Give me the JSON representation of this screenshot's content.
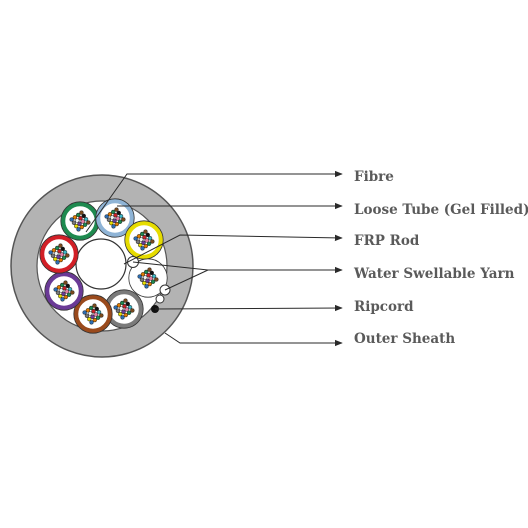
{
  "diagram": {
    "labels": [
      "Fibre",
      "Loose Tube (Gel Filled)",
      "FRP Rod",
      "Water Swellable Yarn",
      "Ripcord",
      "Outer Sheath"
    ],
    "tubes": [
      {
        "color_name": "green",
        "color": "#1e8a4f"
      },
      {
        "color_name": "blue",
        "color": "#8fb4d6"
      },
      {
        "color_name": "yellow",
        "color": "#e6dc00"
      },
      {
        "color_name": "white",
        "color": "#ffffff"
      },
      {
        "color_name": "grey",
        "color": "#7a7a7a"
      },
      {
        "color_name": "brown",
        "color": "#9a4a1c"
      },
      {
        "color_name": "violet",
        "color": "#6a3a96"
      },
      {
        "color_name": "red",
        "color": "#d21f26"
      }
    ],
    "colors": {
      "sheath": "#b3b3b3",
      "leader": "#2a2a2a",
      "label": "#5a5a5a"
    }
  }
}
